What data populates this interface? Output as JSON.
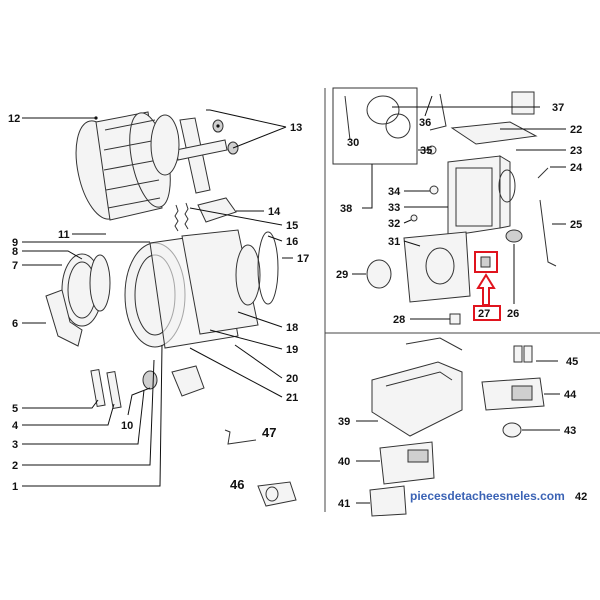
{
  "callouts": [
    {
      "label": "12"
    },
    {
      "label": "13"
    },
    {
      "label": "14"
    },
    {
      "label": "15"
    },
    {
      "label": "16"
    },
    {
      "label": "17"
    },
    {
      "label": "18"
    },
    {
      "label": "19"
    },
    {
      "label": "20"
    },
    {
      "label": "21"
    },
    {
      "label": "11"
    },
    {
      "label": "9"
    },
    {
      "label": "8"
    },
    {
      "label": "7"
    },
    {
      "label": "6"
    },
    {
      "label": "5"
    },
    {
      "label": "4"
    },
    {
      "label": "10"
    },
    {
      "label": "3"
    },
    {
      "label": "2"
    },
    {
      "label": "1"
    },
    {
      "label": "47"
    },
    {
      "label": "46"
    },
    {
      "label": "36"
    },
    {
      "label": "30"
    },
    {
      "label": "37"
    },
    {
      "label": "22"
    },
    {
      "label": "35"
    },
    {
      "label": "23"
    },
    {
      "label": "24"
    },
    {
      "label": "34"
    },
    {
      "label": "33"
    },
    {
      "label": "38"
    },
    {
      "label": "32"
    },
    {
      "label": "25"
    },
    {
      "label": "31"
    },
    {
      "label": "29"
    },
    {
      "label": "28"
    },
    {
      "label": "27"
    },
    {
      "label": "26"
    },
    {
      "label": "45"
    },
    {
      "label": "44"
    },
    {
      "label": "39"
    },
    {
      "label": "43"
    },
    {
      "label": "40"
    },
    {
      "label": "41"
    },
    {
      "label": "42"
    }
  ],
  "highlight": {
    "part": "27",
    "color": "#e0141e"
  },
  "watermark": "piecesdetacheesneles.com",
  "colors": {
    "ink": "#111111",
    "divider": "#444444",
    "watermark": "#3b63b5"
  }
}
